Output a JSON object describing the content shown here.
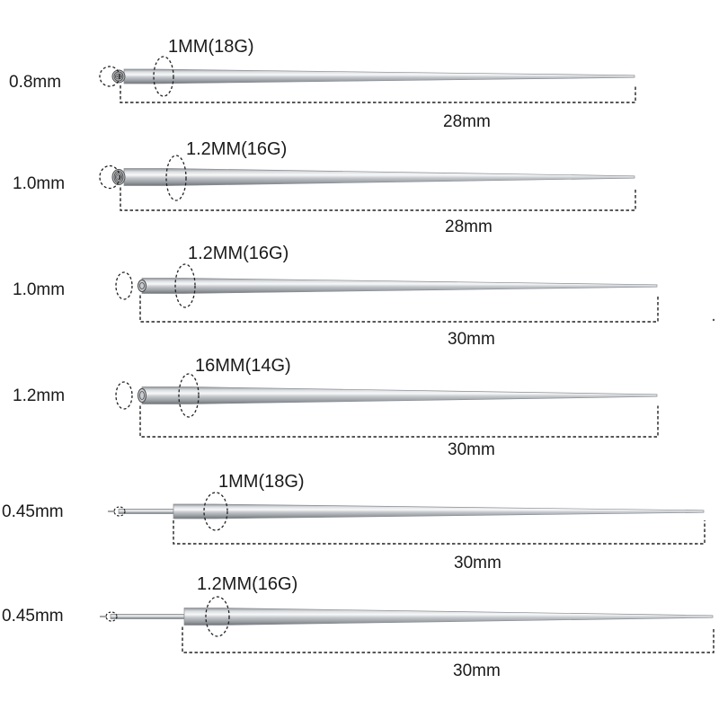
{
  "colors": {
    "metal_dark": "#7a7f85",
    "metal_light": "#f4f5f6",
    "line": "#222222"
  },
  "tapers": [
    {
      "thread_size": "0.8mm",
      "gauge": "1MM(18G)",
      "length": "28mm",
      "end": "internal-thread"
    },
    {
      "thread_size": "1.0mm",
      "gauge": "1.2MM(16G)",
      "length": "28mm",
      "end": "internal-thread"
    },
    {
      "thread_size": "1.0mm",
      "gauge": "1.2MM(16G)",
      "length": "30mm",
      "end": "threaded-hole"
    },
    {
      "thread_size": "1.2mm",
      "gauge": "16MM(14G)",
      "length": "30mm",
      "end": "threaded-hole"
    },
    {
      "thread_size": "0.45mm",
      "gauge": "1MM(18G)",
      "length": "30mm",
      "end": "threadless-pin"
    },
    {
      "thread_size": "0.45mm",
      "gauge": "1.2MM(16G)",
      "length": "30mm",
      "end": "threadless-pin"
    }
  ]
}
